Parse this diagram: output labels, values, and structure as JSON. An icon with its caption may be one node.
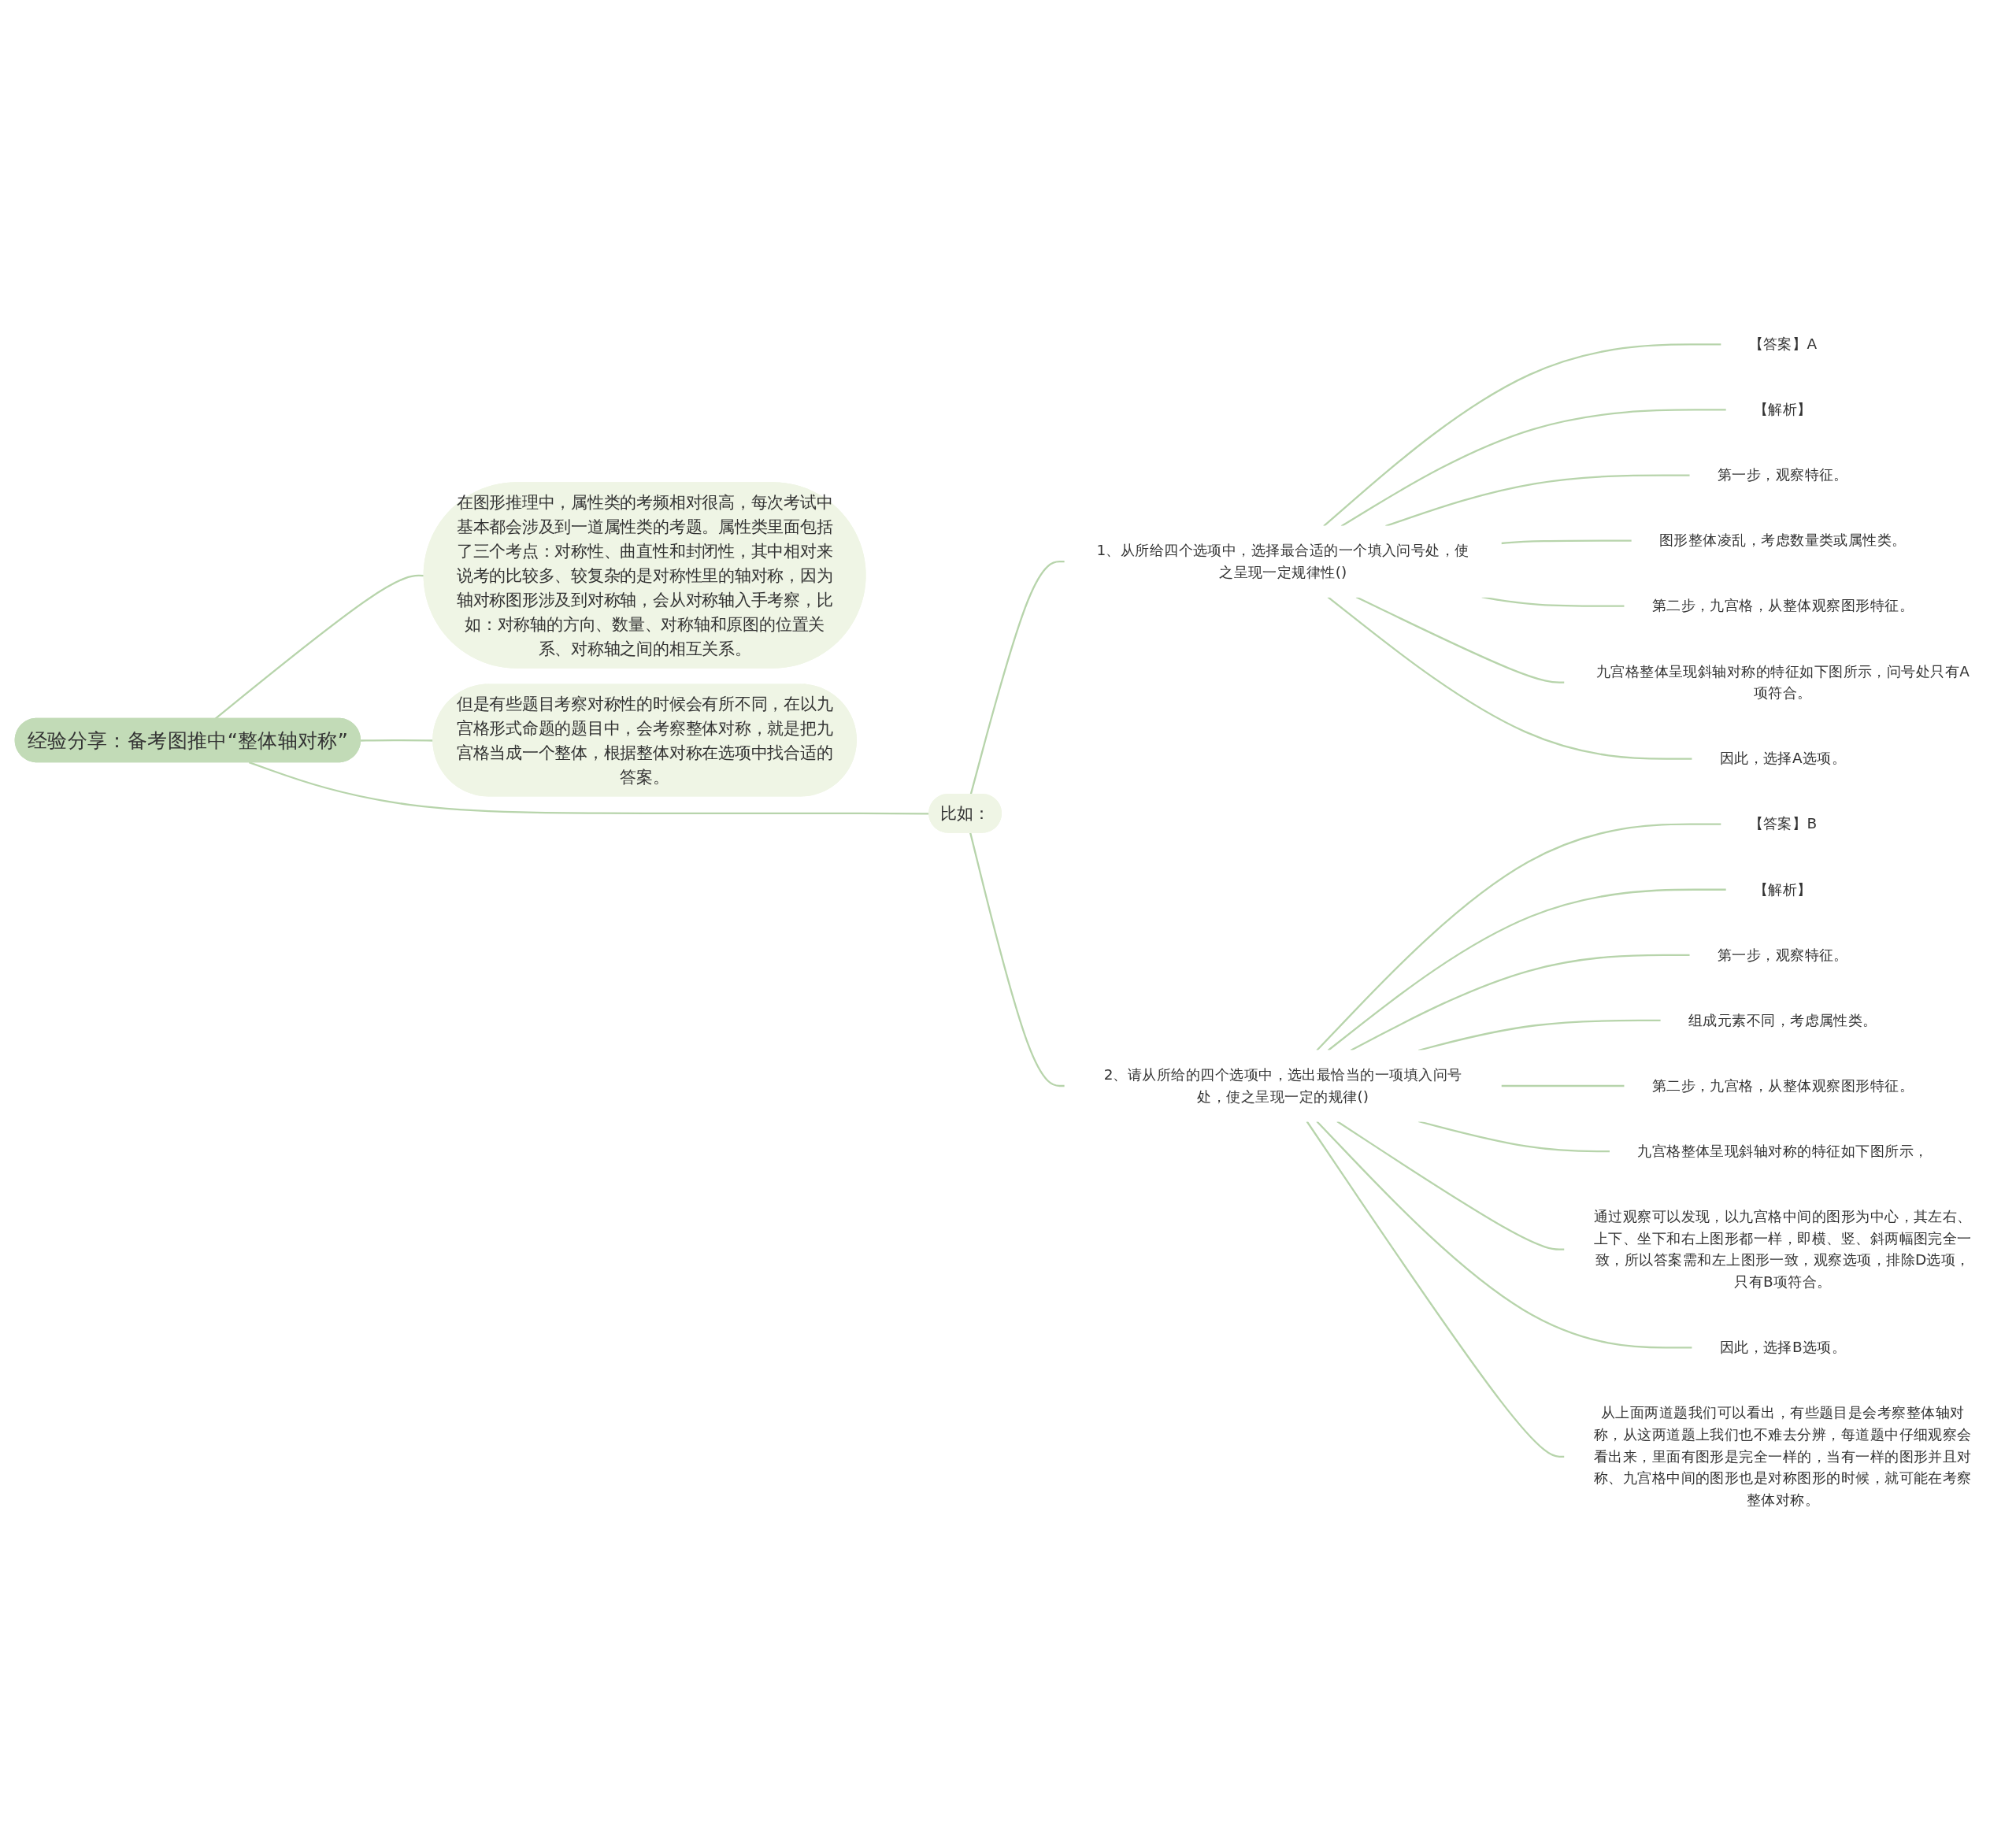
{
  "diagram": {
    "nodes": [
      {
        "text": [
          "经验分享：备考图推中“整体轴对称”"
        ]
      },
      {
        "text": [
          "在图形推理中，属性类的考频相对很高，每次考试中基本都会涉及到一道属性类的考题。属性类里面包括了三个考点：对称性、曲直性和封闭性，其中相对来说考的比较多、较复杂的是对称性里的轴对称，因为轴对称图形涉及到对称轴，会从对称轴入手考察，比如：对称轴的方向、数量、对称轴和原图的位置关系、对称轴之间的相互关系。"
        ]
      },
      {
        "text": [
          "但是有些题目考察对称性的时候会有所不同，在以九宫格形式命题的题目中，会考察整体对称，就是把九宫格当成一个整体，根据整体对称在选项中找合适的答案。"
        ]
      },
      {
        "text": [
          "比如："
        ]
      },
      {
        "text": [
          "1、从所给四个选项中，选择最合适的一个填入问号处，使之呈现一定规律性()"
        ]
      },
      {
        "text": [
          "【答案】A"
        ]
      },
      {
        "text": [
          "【解析】"
        ]
      },
      {
        "text": [
          "第一步，观察特征。"
        ]
      },
      {
        "text": [
          "图形整体凌乱，考虑数量类或属性类。"
        ]
      },
      {
        "text": [
          "第二步，九宫格，从整体观察图形特征。"
        ]
      },
      {
        "text": [
          "九宫格整体呈现斜轴对称的特征如下图所示，问号处只有A项符合。"
        ]
      },
      {
        "text": [
          "因此，选择A选项。"
        ]
      },
      {
        "text": [
          "2、请从所给的四个选项中，选出最恰当的一项填入问号处，使之呈现一定的规律()"
        ]
      },
      {
        "text": [
          "【答案】B"
        ]
      },
      {
        "text": [
          "【解析】"
        ]
      },
      {
        "text": [
          "第一步，观察特征。"
        ]
      },
      {
        "text": [
          "组成元素不同，考虑属性类。"
        ]
      },
      {
        "text": [
          "第二步，九宫格，从整体观察图形特征。"
        ]
      },
      {
        "text": [
          "九宫格整体呈现斜轴对称的特征如下图所示，"
        ]
      },
      {
        "text": [
          "通过观察可以发现，以九宫格中间的图形为中心，其左右、上下、坐下和右上图形都一样，即横、竖、斜两幅图完全一致，所以答案需和左上图形一致，观察选项，排除D选项，只有B项符合。"
        ]
      },
      {
        "text": [
          "因此，选择B选项。"
        ]
      },
      {
        "text": [
          "从上面两道题我们可以看出，有些题目是会考察整体轴对称，从这两道题上我们也不难去分辨，每道题中仔细观察会看出来，里面有图形是完全一样的，当有一样的图形并且对称、九宫格中间的图形也是对称图形的时候，就可能在考察整体对称。"
        ]
      }
    ],
    "edges": [
      {
        "from": 0,
        "to": 1,
        "arrow": "none"
      },
      {
        "from": 0,
        "to": 2,
        "arrow": "none"
      },
      {
        "from": 0,
        "to": 3,
        "arrow": "none"
      },
      {
        "from": 3,
        "to": 4,
        "arrow": "none"
      },
      {
        "from": 4,
        "to": 5,
        "arrow": "none"
      },
      {
        "from": 4,
        "to": 6,
        "arrow": "none"
      },
      {
        "from": 4,
        "to": 7,
        "arrow": "none"
      },
      {
        "from": 4,
        "to": 8,
        "arrow": "none"
      },
      {
        "from": 4,
        "to": 9,
        "arrow": "none"
      },
      {
        "from": 4,
        "to": 10,
        "arrow": "none"
      },
      {
        "from": 4,
        "to": 11,
        "arrow": "none"
      },
      {
        "from": 3,
        "to": 12,
        "arrow": "none"
      },
      {
        "from": 12,
        "to": 13,
        "arrow": "none"
      },
      {
        "from": 12,
        "to": 14,
        "arrow": "none"
      },
      {
        "from": 12,
        "to": 15,
        "arrow": "none"
      },
      {
        "from": 12,
        "to": 16,
        "arrow": "none"
      },
      {
        "from": 12,
        "to": 17,
        "arrow": "none"
      },
      {
        "from": 12,
        "to": 18,
        "arrow": "none"
      },
      {
        "from": 12,
        "to": 19,
        "arrow": "none"
      },
      {
        "from": 12,
        "to": 20,
        "arrow": "none"
      },
      {
        "from": 12,
        "to": 21,
        "arrow": "none"
      }
    ]
  }
}
